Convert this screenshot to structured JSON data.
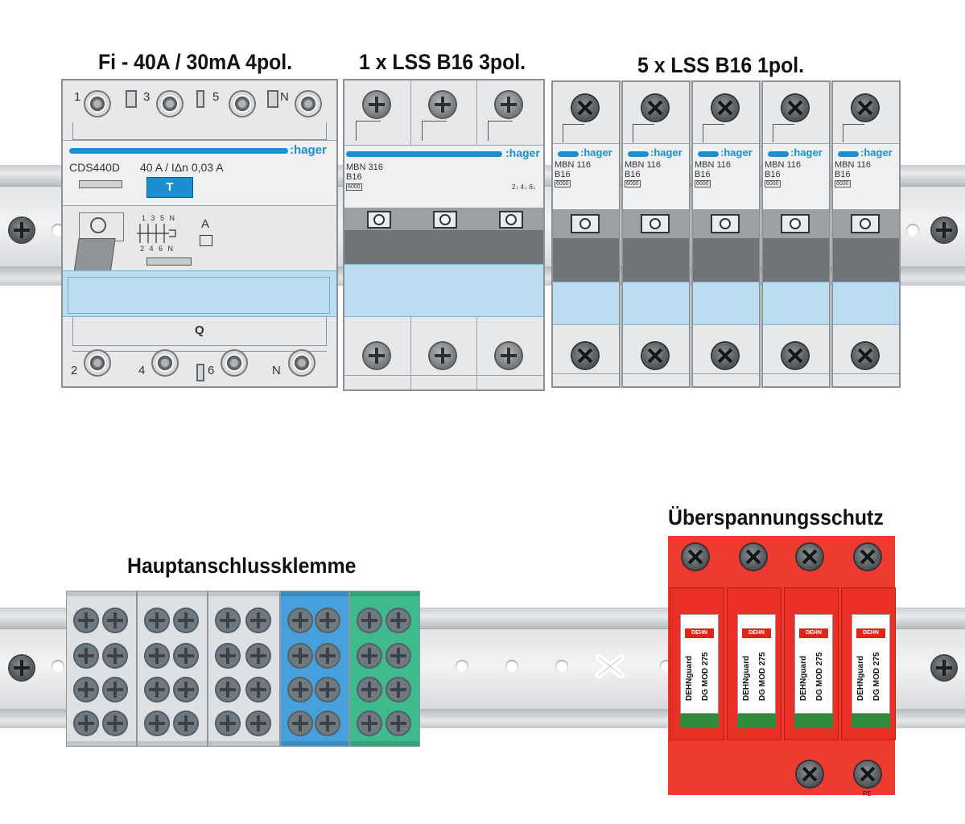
{
  "titles": {
    "fi": "Fi - 40A / 30mA 4pol.",
    "lss3": "1 x LSS B16 3pol.",
    "lss1": "5 x LSS B16 1pol.",
    "hak": "Hauptanschlussklemme",
    "spd": "Überspannungsschutz"
  },
  "fi": {
    "terminal_top": [
      "1",
      "3",
      "5",
      "N"
    ],
    "terminal_bottom": [
      "2",
      "4",
      "6",
      "N"
    ],
    "brand": ":hager",
    "model": "CDS440D",
    "rating": "40 A / IΔn 0,03 A",
    "test_button": "T",
    "pos_label": "Q",
    "schem_top": "1 3 5 N",
    "schem_bot": "2 4 6 N",
    "a_label": "A"
  },
  "lss3": {
    "brand": ":hager",
    "model": "MBN 316",
    "rating": "B16",
    "code": "6000",
    "schem": "2↓ 4↓ 6↓"
  },
  "lss1": {
    "count": 5,
    "brand": ":hager",
    "model": "MBN 116",
    "rating": "B16",
    "code": "6000"
  },
  "spd": {
    "count": 4,
    "brand_small": "DEHN",
    "name": "DEHNguard",
    "model": "DG MOD 275",
    "pe_label": "PE"
  },
  "colors": {
    "rail": "#e2e4e6",
    "breaker": "#e6e8ea",
    "hager_blue": "#1b8fd0",
    "terminal_grey": "#dde1e4",
    "terminal_blue": "#46a0dc",
    "terminal_green": "#3dbb8c",
    "spd_red": "#ee3b32"
  }
}
